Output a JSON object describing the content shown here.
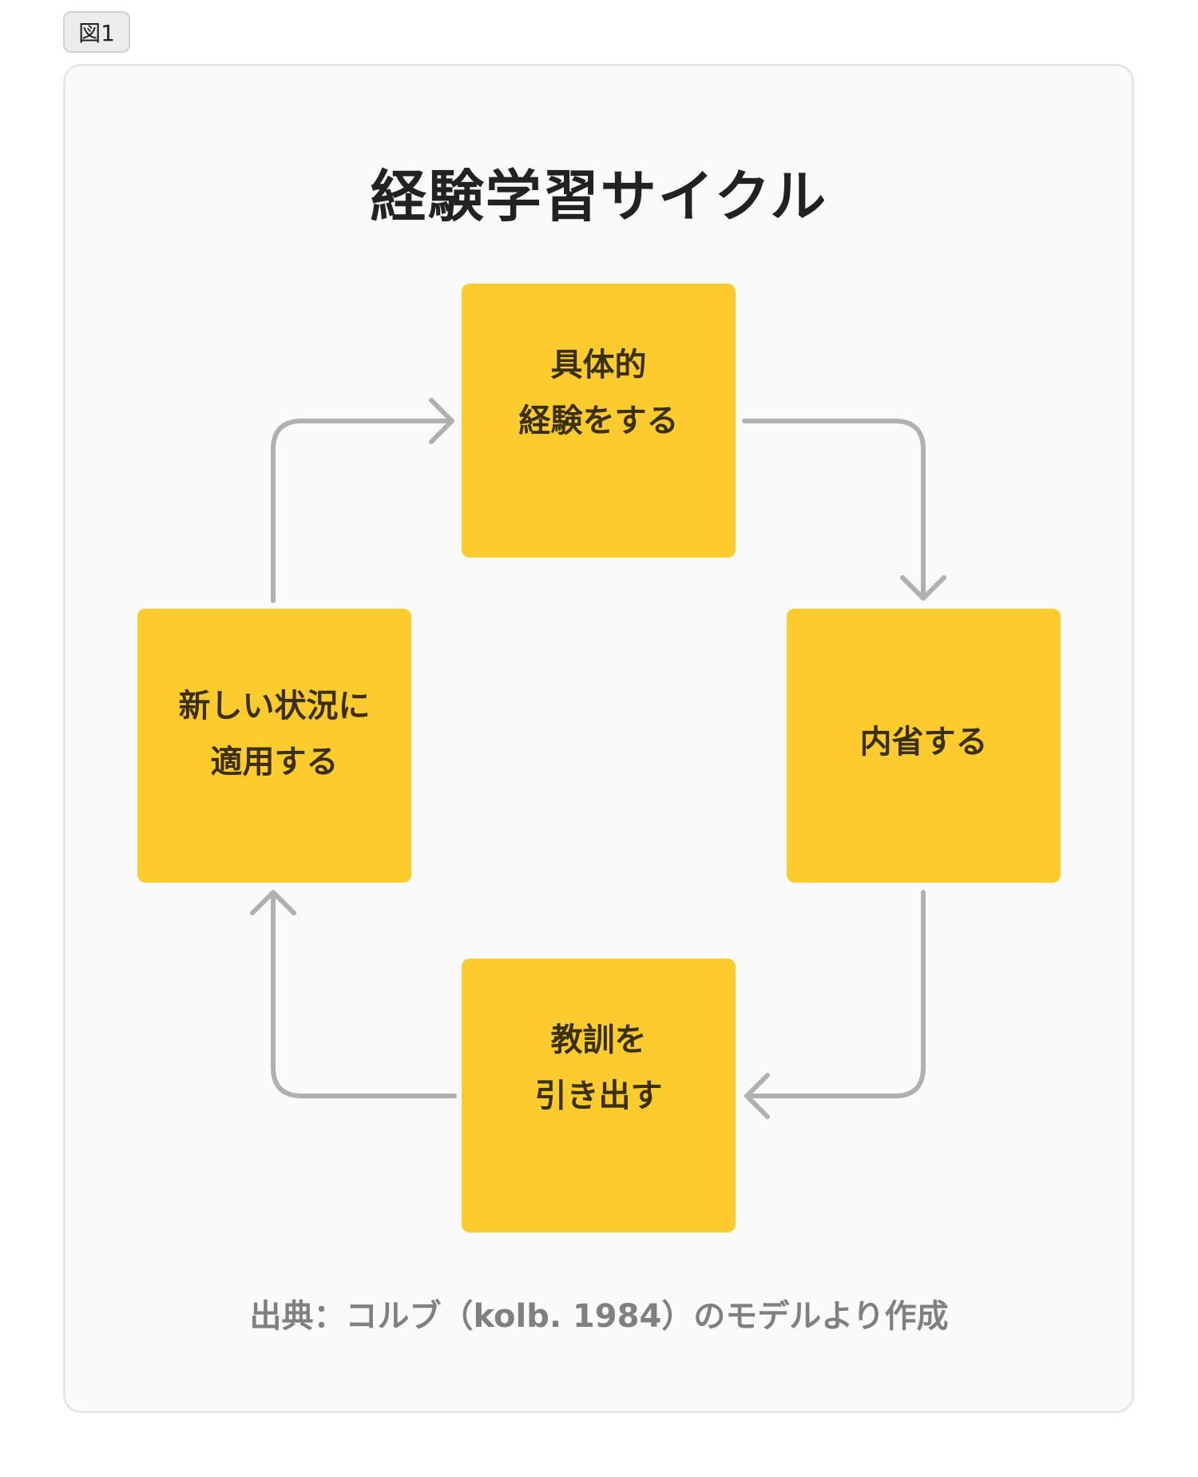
{
  "figure_label": "図1",
  "title": "経験学習サイクル",
  "steps": {
    "top": {
      "line1": "具体的",
      "line2": "経験をする"
    },
    "right": {
      "line1": "内省する"
    },
    "bottom": {
      "line1": "教訓を",
      "line2": "引き出す"
    },
    "left": {
      "line1": "新しい状況に",
      "line2": "適用する"
    }
  },
  "caption": "出典：コルブ（kolb. 1984）のモデルより作成",
  "colors": {
    "box": "#fccc2e",
    "arrow": "#b0b0b0",
    "card_bg": "#fafafa"
  }
}
